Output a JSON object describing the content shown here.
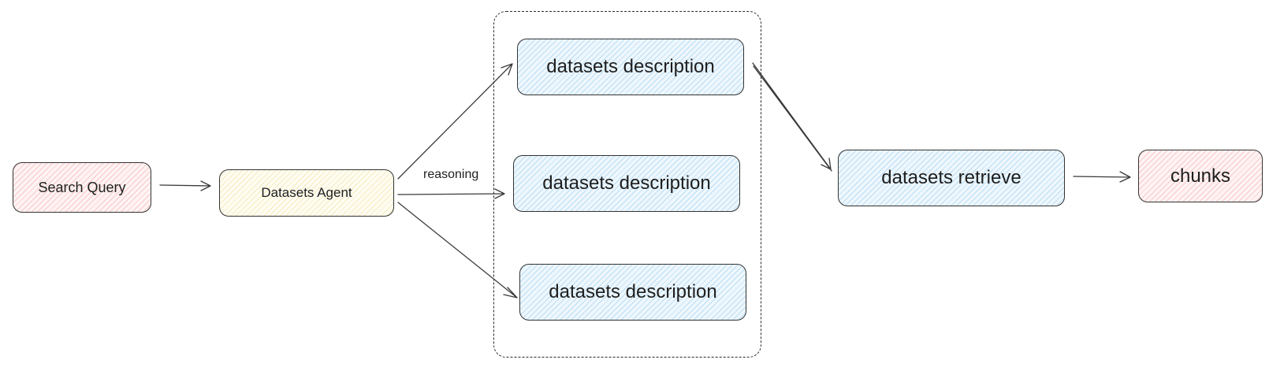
{
  "diagram": {
    "nodes": {
      "search_query": "Search Query",
      "datasets_agent": "Datasets Agent",
      "description_1": "datasets description",
      "description_2": "datasets description",
      "description_3": "datasets description",
      "datasets_retrieve": "datasets retrieve",
      "chunks": "chunks"
    },
    "edge_labels": {
      "agent_to_descriptions": "reasoning"
    },
    "colors": {
      "pink_fill": "#fff3f3",
      "yellow_fill": "#fffdf2",
      "blue_fill": "#eef7fd",
      "stroke": "#333333"
    }
  }
}
